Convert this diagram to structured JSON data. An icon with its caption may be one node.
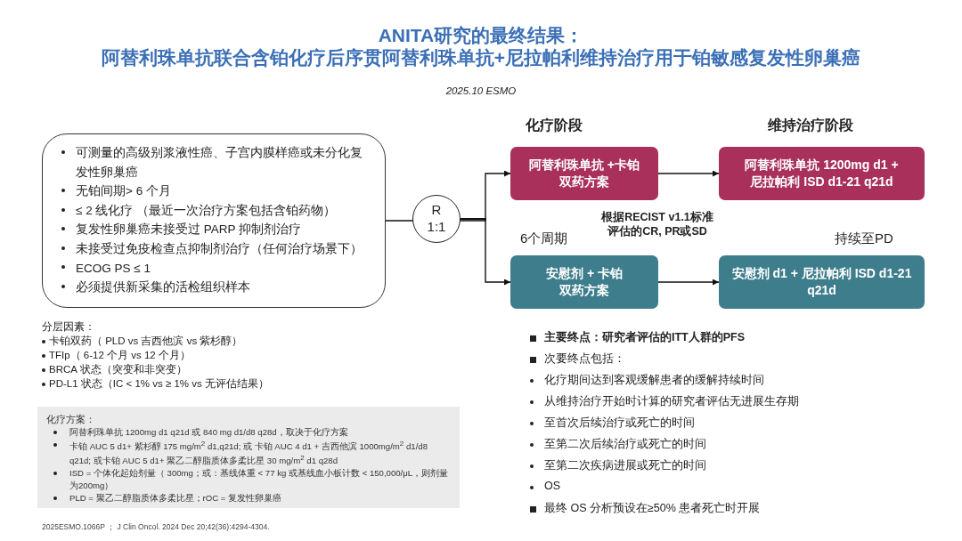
{
  "diagram": {
    "title": "ANITA研究的最终结果：",
    "nodes": [
      {
        "text": [
          "可测量的高级别浆液性癌、子宫内膜样癌或未分化复发性卵巢癌",
          "无铂间期> 6 个月",
          "≤ 2 线化疗 （最近一次治疗方案包括含铂药物）",
          "复发性卵巢癌未接受过 PARP 抑制剂治疗",
          "未接受过免疫检查点抑制剂治疗（任何治疗场景下）",
          "ECOG PS ≤ 1",
          "必须提供新采集的活检组织样本"
        ]
      },
      {
        "text": [
          "R 1:1"
        ]
      },
      {
        "text": [
          "阿替利珠单抗 +卡铂双药方案"
        ]
      },
      {
        "text": [
          "阿替利珠单抗 1200mg d1 + 尼拉帕利 ISD d1-21 q21d"
        ]
      },
      {
        "text": [
          "安慰剂 + 卡铂双药方案"
        ]
      },
      {
        "text": [
          "安慰剂 d1 + 尼拉帕利 ISD d1-21 q21d"
        ]
      },
      {
        "text": [
          "化疗方案：",
          "阿替利珠单抗 1200mg d1 q21d 或 840 mg d1/d8 q28d，取决于化疗方案",
          "卡铂 AUC 5 d1+ 紫杉醇 175 mg/m$^{2}$ d1,q21d; 或 卡铂 AUC 4 d1 + 吉西他滨 1000mg/m$^{2}$ d1/d8 q21d; 或卡铂 AUC 5 d1+ 聚乙二醇脂质体多柔比星 30 mg/m$^{2}$ d1 q28d",
          "ISD = 个体化起始剂量（ 300mg；或：基线体重 < 77 kg 或基线血小板计数 < 150,000/μL，则剂量为200mg）",
          "PLD = 聚乙二醇脂质体多柔比星；rOC = 复发性卵巢癌"
        ]
      }
    ],
    "edges": [
      {
        "from": 0,
        "to": 1,
        "arrow": "none"
      },
      {
        "from": 1,
        "to": 2,
        "arrow": "to"
      },
      {
        "from": 1,
        "to": 4,
        "arrow": "to"
      },
      {
        "from": 2,
        "to": 3,
        "arrow": "to"
      },
      {
        "from": 4,
        "to": 5,
        "arrow": "to"
      }
    ],
    "labels": [
      "阿替利珠单抗联合含铂化疗后序贯阿替利珠单抗+尼拉帕利维持治疗用于铂敏感复发性卵巢癌",
      "2025.10 ESMO",
      "化疗阶段",
      "维持治疗阶段",
      "根据RECIST v1.1标准评估的CR, PR或SD",
      "6个周期",
      "持续至PD",
      "分层因素：",
      "卡铂双药（ PLD vs 吉西他滨 vs 紫杉醇）",
      "TFIp（ 6-12 个月 vs 12 个月）",
      "BRCA 状态（突变和非突变）",
      "PD-L1 状态（IC < 1% vs ≥ 1% vs 无评估结果）",
      "主要终点：研究者评估的ITT人群的PFS",
      "次要终点包括：",
      "化疗期间达到客观缓解患者的缓解持续时间",
      "从维持治疗开始时计算的研究者评估无进展生存期",
      "至首次后续治疗或死亡的时间",
      "至第二次后续治疗或死亡的时间",
      "至第二次疾病进展或死亡的时间",
      "OS",
      "最终 OS 分析预设在≥50% 患者死亡时开展",
      "2025ESMO.1066P ； J Clin Oncol. 2024 Dec 20;42(36):4294-4304."
    ]
  }
}
